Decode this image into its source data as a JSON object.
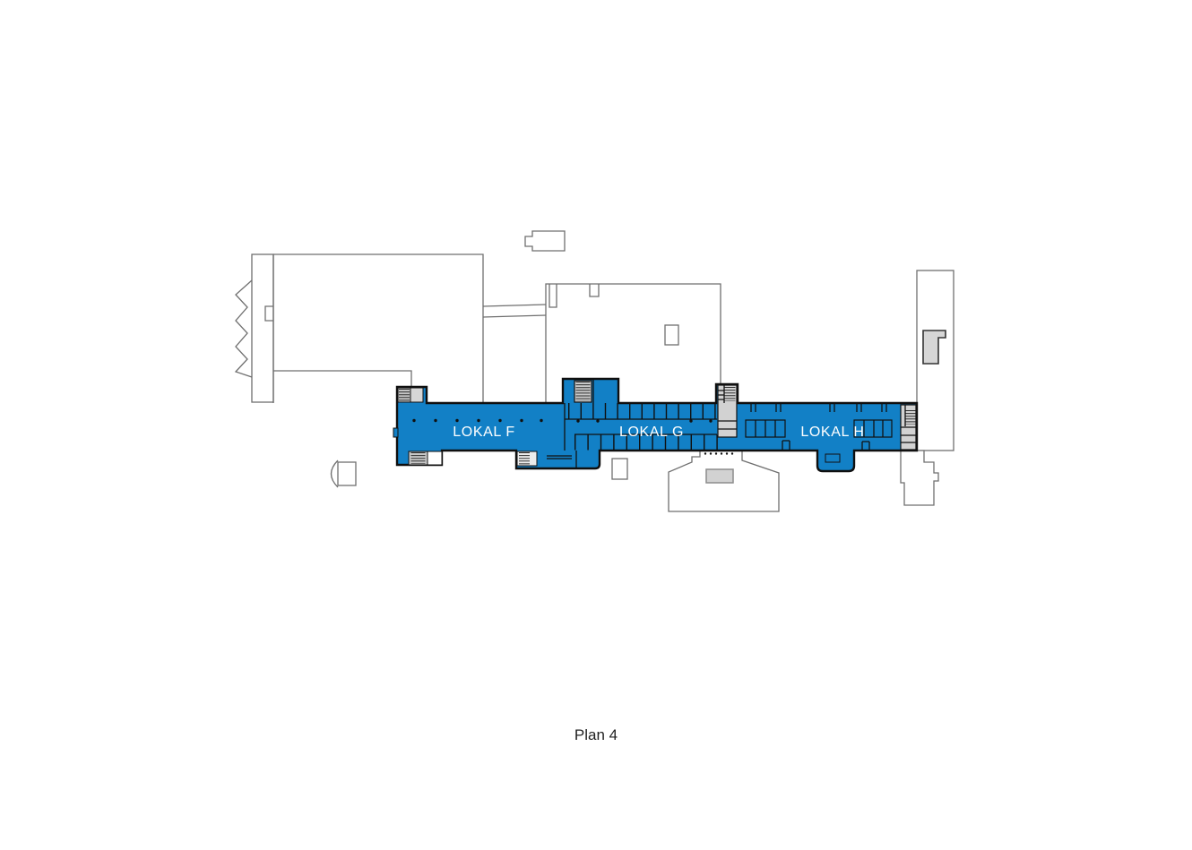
{
  "page": {
    "background_color": "#ffffff",
    "caption": "Plan 4"
  },
  "plan": {
    "type": "floorplan",
    "floor": "Plan 4",
    "colors": {
      "highlight": "#1280c6",
      "outline": "#6f6f6f",
      "wall": "#111111",
      "core_fill": "#d2d2d2",
      "core_hatch": "#2e2e2e",
      "label_text": "#ffffff",
      "caption_text": "#1f1f1f"
    },
    "zones": [
      {
        "id": "lokal-f",
        "label": "LOKAL F"
      },
      {
        "id": "lokal-g",
        "label": "LOKAL G"
      },
      {
        "id": "lokal-h",
        "label": "LOKAL H"
      }
    ]
  }
}
